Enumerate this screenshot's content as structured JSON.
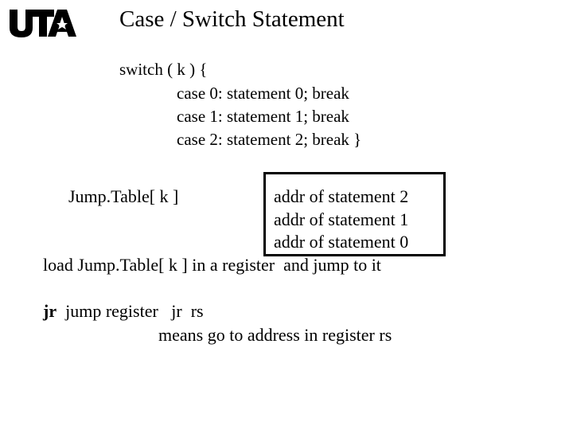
{
  "header": {
    "logo_text": "UTA",
    "title": "Case / Switch Statement"
  },
  "code": {
    "lines": [
      "switch ( k ) {",
      "case 0: statement 0; break",
      "case 1: statement 1; break",
      "case 2: statement 2; break }"
    ]
  },
  "jump_table": {
    "label": "Jump.Table[ k ]",
    "entries": [
      "addr of statement 2",
      "addr of statement 1",
      "addr of statement 0"
    ]
  },
  "load_text": "load Jump.Table[ k ] in a register  and jump to it",
  "jr": {
    "keyword": "jr",
    "description": "  jump register   jr  rs",
    "meaning": "means go to address in register rs"
  },
  "colors": {
    "text": "#000000",
    "background": "#ffffff"
  }
}
